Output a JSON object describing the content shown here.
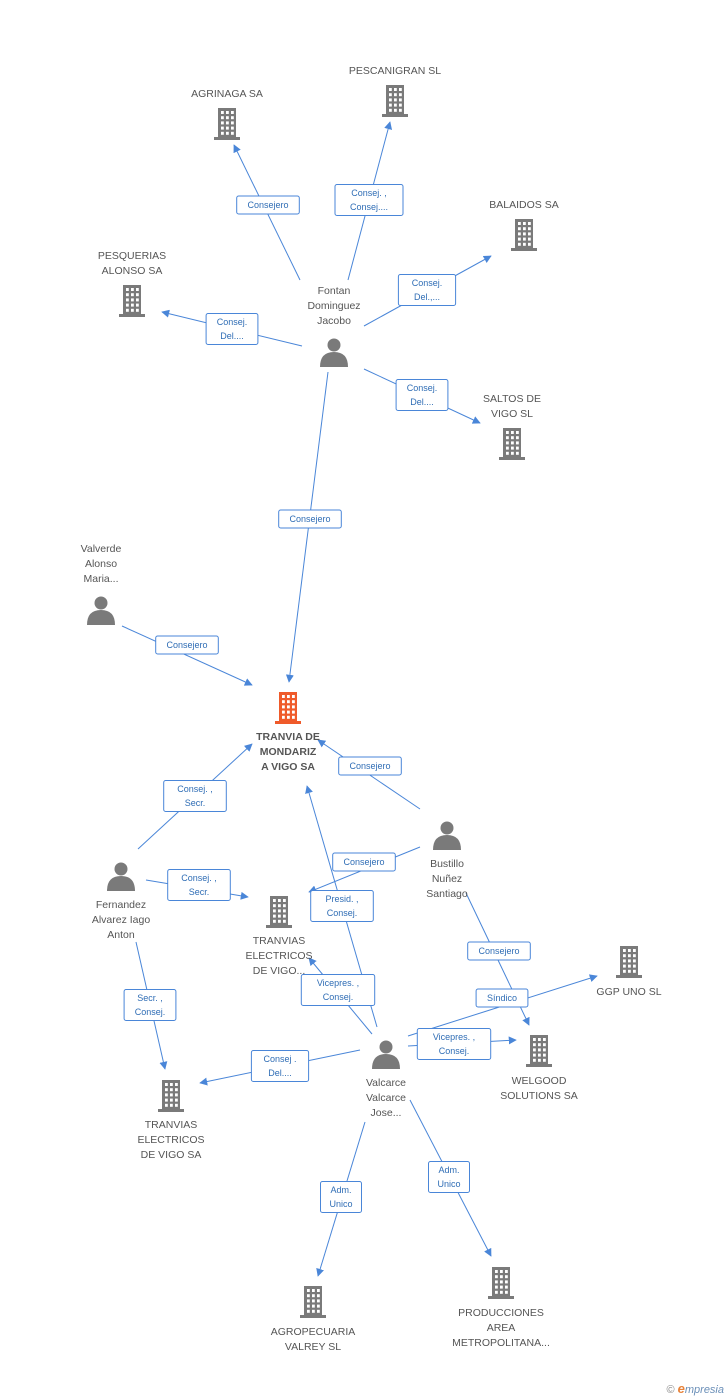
{
  "colors": {
    "company": "#7a7a7a",
    "focus": "#ef5a2a",
    "person": "#7a7a7a",
    "edge": "#4a86d8"
  },
  "nodes": [
    {
      "id": "tranvia_mondariz",
      "kind": "company",
      "focus": true,
      "label": [
        "TRANVIA DE",
        "MONDARIZ",
        "A VIGO SA"
      ]
    },
    {
      "id": "agrinaga",
      "kind": "company",
      "label": [
        "AGRINAGA SA"
      ]
    },
    {
      "id": "pescanigran",
      "kind": "company",
      "label": [
        "PESCANIGRAN SL"
      ]
    },
    {
      "id": "balaidos",
      "kind": "company",
      "label": [
        "BALAIDOS SA"
      ]
    },
    {
      "id": "pesquerias",
      "kind": "company",
      "label": [
        "PESQUERIAS",
        "ALONSO SA"
      ]
    },
    {
      "id": "saltos",
      "kind": "company",
      "label": [
        "SALTOS DE",
        "VIGO SL"
      ]
    },
    {
      "id": "tranvias_electricos_1",
      "kind": "company",
      "label": [
        "TRANVIAS",
        "ELECTRICOS",
        "DE VIGO..."
      ]
    },
    {
      "id": "ggp_uno",
      "kind": "company",
      "label": [
        "GGP UNO SL"
      ]
    },
    {
      "id": "welgood",
      "kind": "company",
      "label": [
        "WELGOOD",
        "SOLUTIONS SA"
      ]
    },
    {
      "id": "tranvias_electricos_2",
      "kind": "company",
      "label": [
        "TRANVIAS",
        "ELECTRICOS",
        "DE VIGO SA"
      ]
    },
    {
      "id": "agropecuaria",
      "kind": "company",
      "label": [
        "AGROPECUARIA",
        "VALREY SL"
      ]
    },
    {
      "id": "producciones",
      "kind": "company",
      "label": [
        "PRODUCCIONES",
        "AREA",
        "METROPOLITANA..."
      ]
    },
    {
      "id": "fontan",
      "kind": "person",
      "label": [
        "Fontan",
        "Dominguez",
        "Jacobo"
      ]
    },
    {
      "id": "valverde",
      "kind": "person",
      "label": [
        "Valverde",
        "Alonso",
        "Maria..."
      ]
    },
    {
      "id": "bustillo",
      "kind": "person",
      "label": [
        "Bustillo",
        "Nuñez",
        "Santiago"
      ]
    },
    {
      "id": "fernandez",
      "kind": "person",
      "label": [
        "Fernandez",
        "Alvarez Iago",
        "Anton"
      ]
    },
    {
      "id": "valcarce",
      "kind": "person",
      "label": [
        "Valcarce",
        "Valcarce",
        "Jose..."
      ]
    }
  ],
  "edges": [
    {
      "from": "fontan",
      "to": "agrinaga",
      "label": [
        "Consejero"
      ]
    },
    {
      "from": "fontan",
      "to": "pescanigran",
      "label": [
        "Consej. ,",
        "Consej...."
      ]
    },
    {
      "from": "fontan",
      "to": "balaidos",
      "label": [
        "Consej.",
        "Del.,..."
      ]
    },
    {
      "from": "fontan",
      "to": "pesquerias",
      "label": [
        "Consej.",
        "Del...."
      ]
    },
    {
      "from": "fontan",
      "to": "saltos",
      "label": [
        "Consej.",
        "Del...."
      ]
    },
    {
      "from": "fontan",
      "to": "tranvia_mondariz",
      "label": [
        "Consejero"
      ]
    },
    {
      "from": "valverde",
      "to": "tranvia_mondariz",
      "label": [
        "Consejero"
      ]
    },
    {
      "from": "fernandez",
      "to": "tranvia_mondariz",
      "label": [
        "Consej. ,",
        "Secr."
      ]
    },
    {
      "from": "bustillo",
      "to": "tranvia_mondariz",
      "label": [
        "Consejero"
      ]
    },
    {
      "from": "fernandez",
      "to": "tranvias_electricos_1",
      "label": [
        "Consej. ,",
        "Secr."
      ]
    },
    {
      "from": "bustillo",
      "to": "tranvias_electricos_1",
      "label": [
        "Consejero"
      ]
    },
    {
      "from": "valcarce",
      "to": "tranvia_mondariz",
      "label": [
        "Presid. ,",
        "Consej."
      ]
    },
    {
      "from": "valcarce",
      "to": "tranvias_electricos_1",
      "label": [
        "Vicepres. ,",
        "Consej."
      ]
    },
    {
      "from": "bustillo",
      "to": "welgood",
      "label": [
        "Consejero"
      ]
    },
    {
      "from": "valcarce",
      "to": "ggp_uno",
      "label": [
        "Síndico"
      ]
    },
    {
      "from": "valcarce",
      "to": "welgood",
      "label": [
        "Vicepres. ,",
        "Consej."
      ]
    },
    {
      "from": "fernandez",
      "to": "tranvias_electricos_2",
      "label": [
        "Secr. ,",
        "Consej."
      ]
    },
    {
      "from": "valcarce",
      "to": "tranvias_electricos_2",
      "label": [
        "Consej .",
        "Del...."
      ]
    },
    {
      "from": "valcarce",
      "to": "agropecuaria",
      "label": [
        "Adm.",
        "Unico"
      ]
    },
    {
      "from": "valcarce",
      "to": "producciones",
      "label": [
        "Adm.",
        "Unico"
      ]
    }
  ],
  "footer": {
    "copyright": "©",
    "brand_initial": "e",
    "brand_rest": "mpresia"
  }
}
